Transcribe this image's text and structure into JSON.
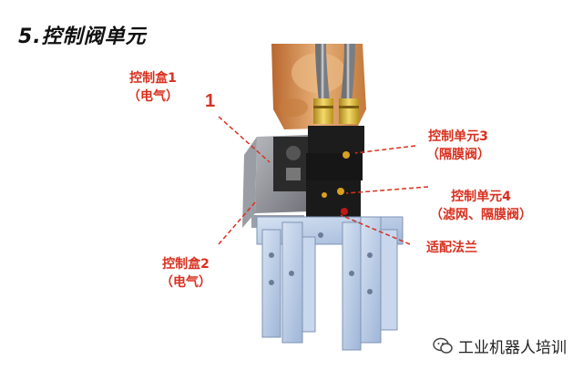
{
  "title": "5.控制阀单元",
  "callout_number": "1",
  "labels": {
    "box1_line1": "控制盒1",
    "box1_line2": "（电气）",
    "unit3_line1": "控制单元3",
    "unit3_line2": "（隔膜阀）",
    "unit4_line1": "控制单元4",
    "unit4_line2": "（滤网、隔膜阀）",
    "flange": "适配法兰",
    "box2_line1": "控制盒2",
    "box2_line2": "（电气）"
  },
  "watermark": {
    "text": "工业机器人培训",
    "icon": "wechat-icon"
  },
  "colors": {
    "label_red": "#d9301f",
    "robot_orange": "#d99a5a",
    "gripper_blue": "#b9cce6",
    "body_black": "#1a1a1a",
    "box_gray": "#8c8f96"
  }
}
